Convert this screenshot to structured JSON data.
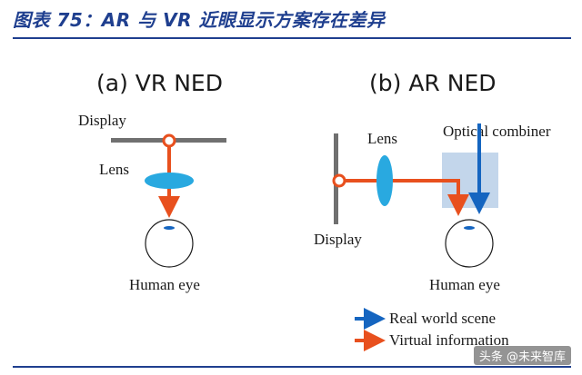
{
  "figure_title": "图表 75：AR 与 VR 近眼显示方案存在差异",
  "panel_a": {
    "title": "(a) VR NED",
    "display_label": "Display",
    "lens_label": "Lens",
    "eye_label": "Human eye"
  },
  "panel_b": {
    "title": "(b) AR NED",
    "display_label": "Display",
    "lens_label": "Lens",
    "combiner_label": "Optical combiner",
    "eye_label": "Human eye"
  },
  "legend": {
    "real_world": "Real world scene",
    "virtual_info": "Virtual information"
  },
  "watermark": "头条 @未来智库",
  "colors": {
    "title_blue": "#1f3f8f",
    "virtual_arrow": "#e8501e",
    "real_arrow": "#1565c0",
    "lens": "#29a9e0",
    "combiner": "#b9cfe8",
    "display": "#707070"
  }
}
